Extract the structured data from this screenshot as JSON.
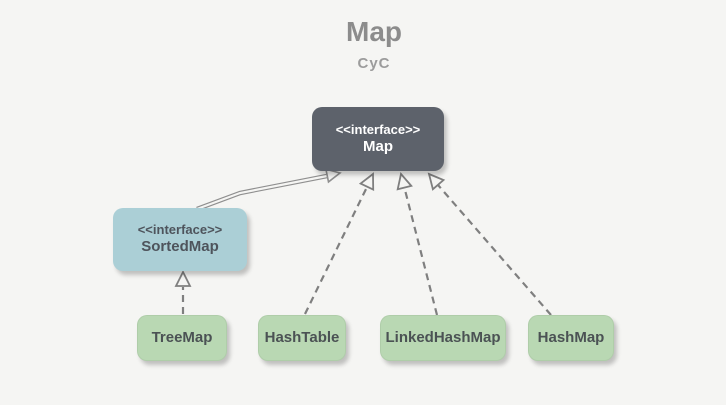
{
  "header": {
    "title": "Map",
    "subtitle": "CyC"
  },
  "diagram": {
    "type": "uml-class-diagram",
    "nodes": {
      "map": {
        "stereotype": "<<interface>>",
        "label": "Map",
        "kind": "interface",
        "fill": "#5d626b",
        "text_color": "#ffffff"
      },
      "sortedmap": {
        "stereotype": "<<interface>>",
        "label": "SortedMap",
        "kind": "interface",
        "fill": "#abcfd6",
        "text_color": "#4e545c"
      },
      "treemap": {
        "label": "TreeMap",
        "kind": "class",
        "fill": "#b9d8b3",
        "text_color": "#4b5254"
      },
      "hashtable": {
        "label": "HashTable",
        "kind": "class",
        "fill": "#b9d8b3",
        "text_color": "#4b5254"
      },
      "linkedhashmap": {
        "label": "LinkedHashMap",
        "kind": "class",
        "fill": "#b9d8b3",
        "text_color": "#4b5254"
      },
      "hashmap": {
        "label": "HashMap",
        "kind": "class",
        "fill": "#b9d8b3",
        "text_color": "#4b5254"
      }
    },
    "edges": [
      {
        "from": "SortedMap",
        "to": "Map",
        "style": "solid-double-line",
        "arrowhead": "open-chevron",
        "relation": "extends"
      },
      {
        "from": "TreeMap",
        "to": "SortedMap",
        "style": "dashed",
        "arrowhead": "hollow-triangle",
        "relation": "implements"
      },
      {
        "from": "HashTable",
        "to": "Map",
        "style": "dashed",
        "arrowhead": "hollow-triangle",
        "relation": "implements"
      },
      {
        "from": "LinkedHashMap",
        "to": "Map",
        "style": "dashed",
        "arrowhead": "hollow-triangle",
        "relation": "implements"
      },
      {
        "from": "HashMap",
        "to": "Map",
        "style": "dashed",
        "arrowhead": "hollow-triangle",
        "relation": "implements"
      }
    ],
    "colors": {
      "background": "#f5f5f3",
      "edge_stroke": "#7f7f7f",
      "title_text": "#8c8c8c"
    }
  }
}
